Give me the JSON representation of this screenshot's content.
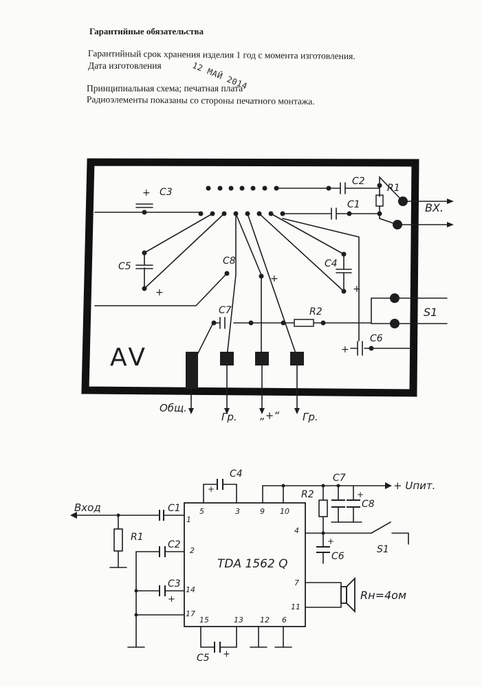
{
  "document": {
    "heading": "Гарантийные обязательства",
    "warranty_line": "Гарантийный срок хранения изделия 1 год с момента изготовления.",
    "date_label": "Дата изготовления",
    "date_stamp": "12 МАЙ 2014",
    "schematic_line": "Принципиальная схема; печатная плата",
    "mounting_line": "Радиоэлементы показаны со стороны печатного монтажа."
  },
  "pcb": {
    "logo": "AV",
    "labels": {
      "c3": "C3",
      "c2": "C2",
      "r1": "R1",
      "c1": "C1",
      "c5": "C5",
      "c8": "C8",
      "c4": "C4",
      "c7": "C7",
      "r2": "R2",
      "c6": "C6",
      "s1": "S1",
      "input": "ВХ."
    },
    "plus": "+",
    "terminals": [
      "Общ.",
      "Гр.",
      "„+“",
      "Гр."
    ]
  },
  "schematic": {
    "ic_name": "TDA 1562 Q",
    "input": "Вход",
    "supply": "+ Uпит.",
    "load": "Rн=4ом",
    "switch": "S1",
    "plus": "+",
    "components": {
      "c1": "C1",
      "c2": "C2",
      "c3": "C3",
      "c4": "C4",
      "c5": "C5",
      "c6": "C6",
      "c7": "C7",
      "c8": "C8",
      "r1": "R1",
      "r2": "R2"
    },
    "pins": {
      "p1": "1",
      "p2": "2",
      "p3": "3",
      "p4": "4",
      "p5": "5",
      "p6": "6",
      "p7": "7",
      "p9": "9",
      "p10": "10",
      "p11": "11",
      "p12": "12",
      "p13": "13",
      "p14": "14",
      "p15": "15",
      "p17": "17"
    }
  }
}
